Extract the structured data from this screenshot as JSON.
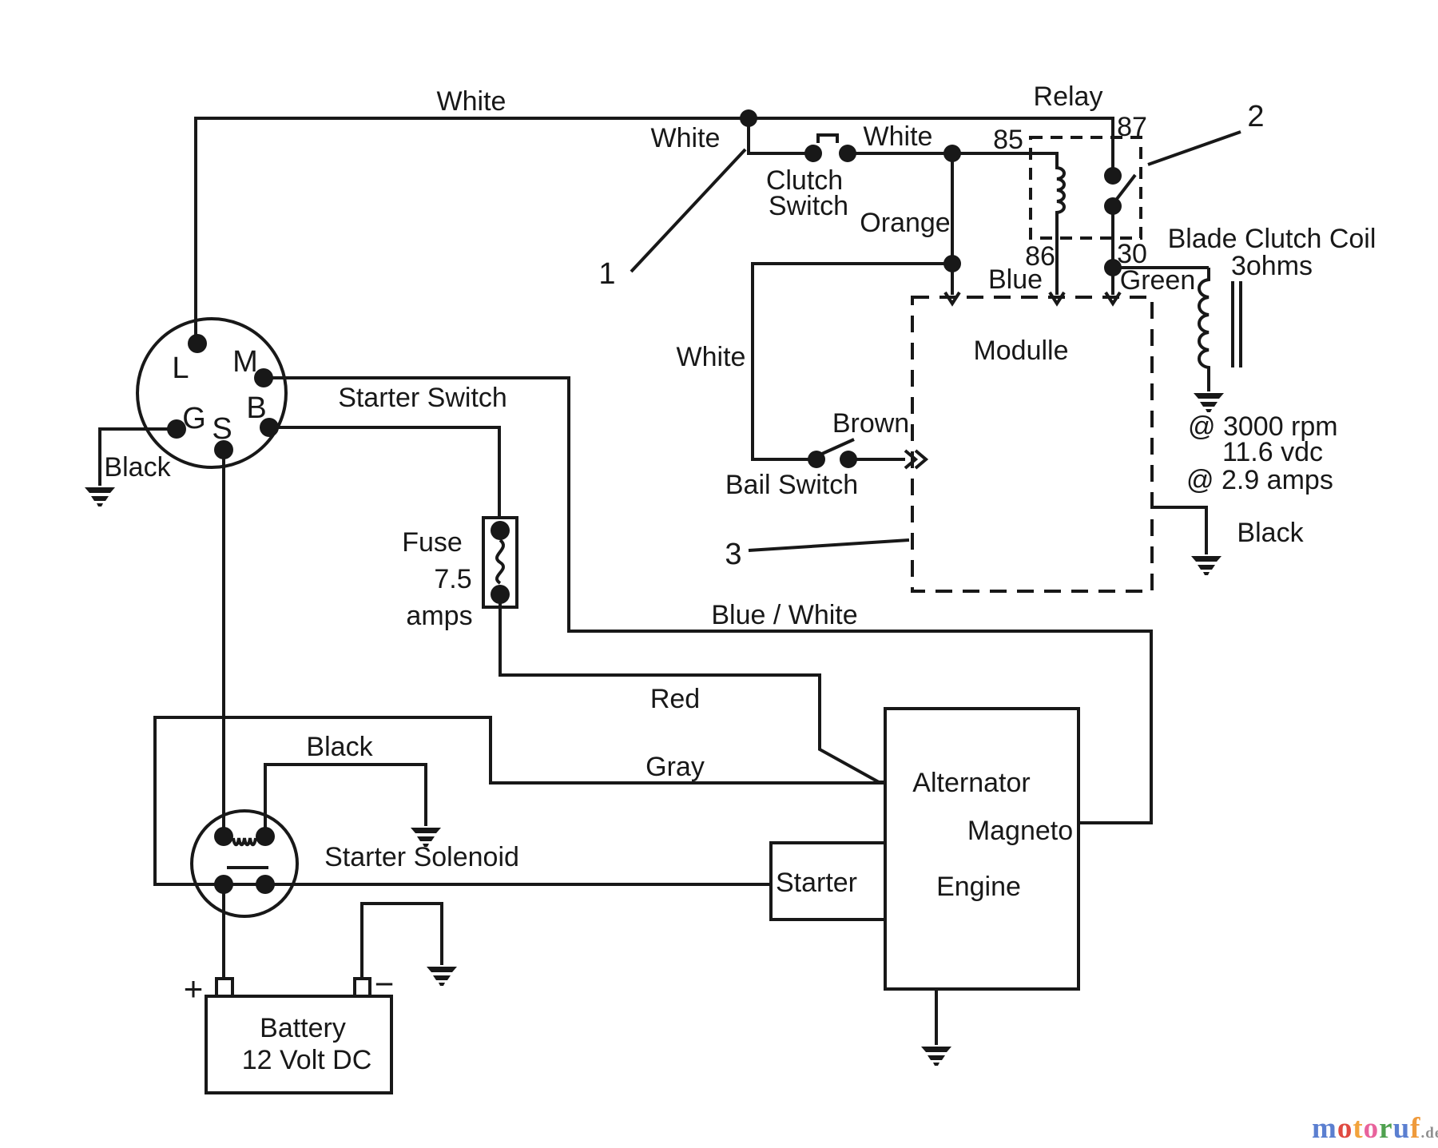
{
  "page": {
    "background": "#ffffff",
    "ink": "#181818"
  },
  "labels": {
    "white_top": "White",
    "white_clutch": "White",
    "white_relay": "White",
    "clutch_switch_line1": "Clutch",
    "clutch_switch_line2": "Switch",
    "relay": "Relay",
    "relay_87": "87",
    "relay_85": "85",
    "relay_86": "86",
    "relay_30": "30",
    "callout_1": "1",
    "callout_2": "2",
    "callout_3": "3",
    "orange": "Orange",
    "blue": "Blue",
    "green": "Green",
    "blade_clutch_coil": "Blade Clutch Coil",
    "coil_ohms": "3ohms",
    "module": "Modulle",
    "white_bail": "White",
    "brown": "Brown",
    "bail_switch": "Bail Switch",
    "rpm": "@ 3000 rpm",
    "vdc": "11.6 vdc",
    "amps": "@ 2.9 amps",
    "black_module": "Black",
    "starter_switch": "Starter Switch",
    "term_l": "L",
    "term_m": "M",
    "term_b": "B",
    "term_g": "G",
    "term_s": "S",
    "black_key": "Black",
    "fuse_line1": "Fuse",
    "fuse_line2": "7.5",
    "fuse_line3": "amps",
    "blue_white": "Blue / White",
    "red": "Red",
    "gray": "Gray",
    "black_solenoid": "Black",
    "starter_solenoid": "Starter Solenoid",
    "starter": "Starter",
    "alternator": "Alternator",
    "magneto": "Magneto",
    "engine": "Engine",
    "battery_plus": "+",
    "battery_minus": "−",
    "battery_line1": "Battery",
    "battery_line2": "12 Volt DC"
  },
  "watermark": {
    "letters": [
      {
        "char": "m",
        "color": "#5b7fd0"
      },
      {
        "char": "o",
        "color": "#e04a41"
      },
      {
        "char": "t",
        "color": "#f2a33c"
      },
      {
        "char": "o",
        "color": "#e8639c"
      },
      {
        "char": "r",
        "color": "#4fa14f"
      },
      {
        "char": "u",
        "color": "#5b7fd0"
      },
      {
        "char": "f",
        "color": "#ef9a3b"
      }
    ],
    "suffix": {
      "char": ".de",
      "color": "#8f8f8f"
    }
  }
}
